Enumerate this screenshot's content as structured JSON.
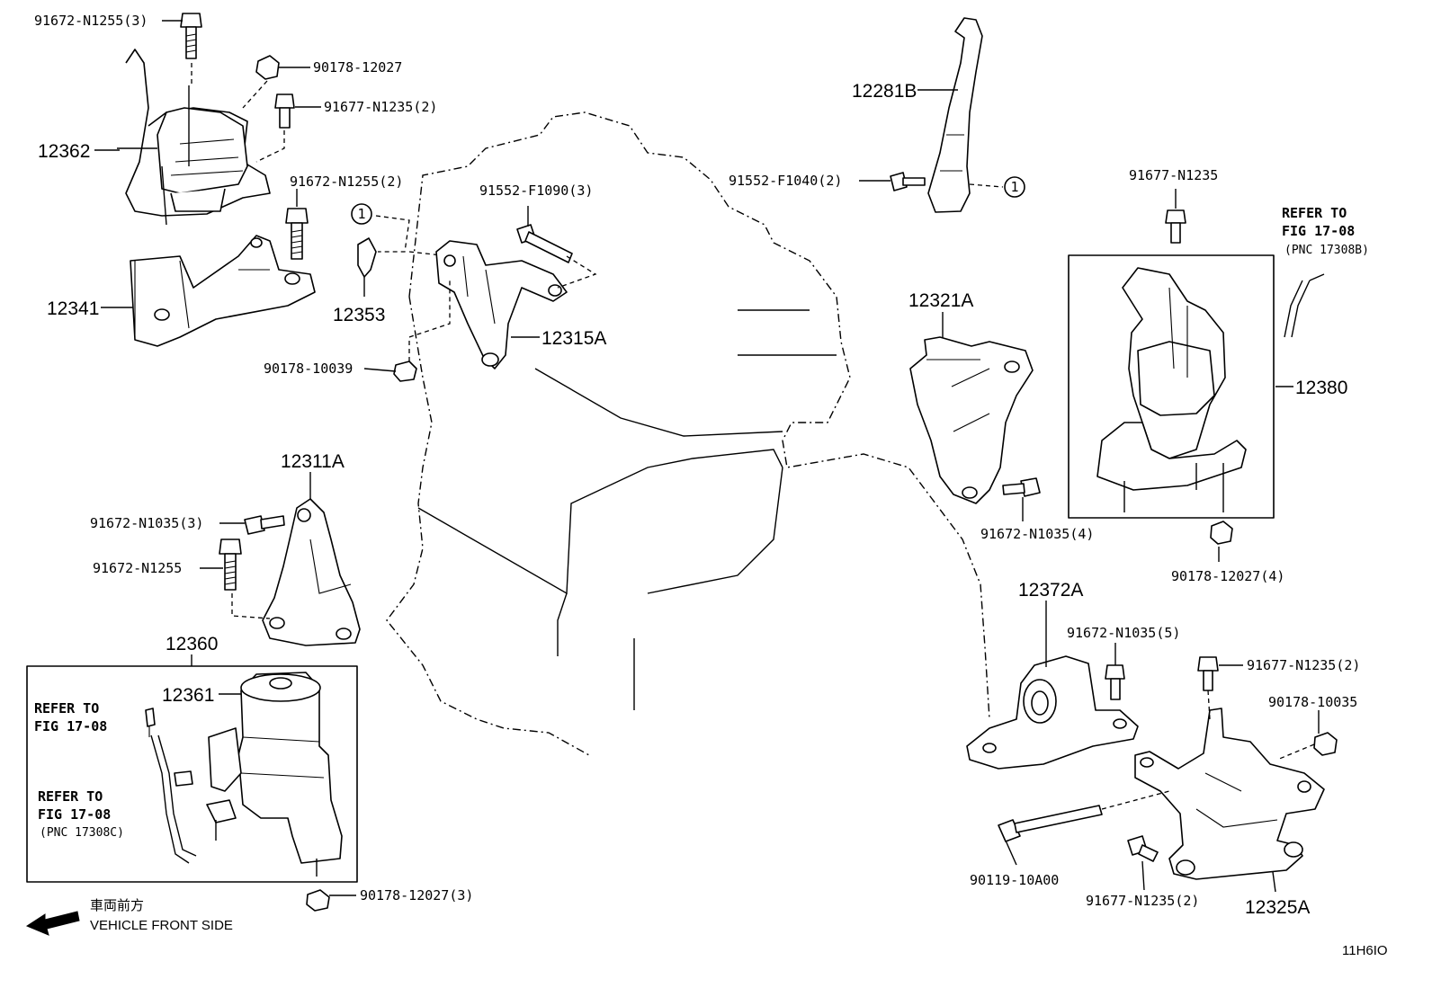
{
  "diagram": {
    "illustration_code": "11H6IO",
    "direction": {
      "japanese": "車両前方",
      "english": "VEHICLE FRONT SIDE"
    },
    "parts": {
      "p12362": "12362",
      "p12341": "12341",
      "p12353": "12353",
      "p12315A": "12315A",
      "p12281B": "12281B",
      "p12321A": "12321A",
      "p12380": "12380",
      "p12311A": "12311A",
      "p12360": "12360",
      "p12361": "12361",
      "p12372A": "12372A",
      "p12325A": "12325A"
    },
    "fasteners": {
      "f1": "91672-N1255(3)",
      "f2": "90178-12027",
      "f3": "91677-N1235(2)",
      "f4": "91672-N1255(2)",
      "f5": "91552-F1090(3)",
      "f6": "90178-10039",
      "f7": "91552-F1040(2)",
      "f8": "91677-N1235",
      "f9": "91672-N1035(4)",
      "f10": "90178-12027(4)",
      "f11": "91672-N1035(3)",
      "f12": "91672-N1255",
      "f13": "90178-12027(3)",
      "f14": "91672-N1035(5)",
      "f15": "91677-N1235(2)",
      "f16": "90178-10035",
      "f17": "90119-10A00",
      "f18": "91677-N1235(2)"
    },
    "references": {
      "right": {
        "line1": "REFER TO",
        "line2": "FIG 17-08",
        "pnc": "(PNC 17308B)"
      },
      "left_top": {
        "line1": "REFER TO",
        "line2": "FIG 17-08"
      },
      "left_bottom": {
        "line1": "REFER TO",
        "line2": "FIG 17-08",
        "pnc": "(PNC 17308C)"
      }
    },
    "markers": {
      "circle_ref": "1"
    }
  }
}
